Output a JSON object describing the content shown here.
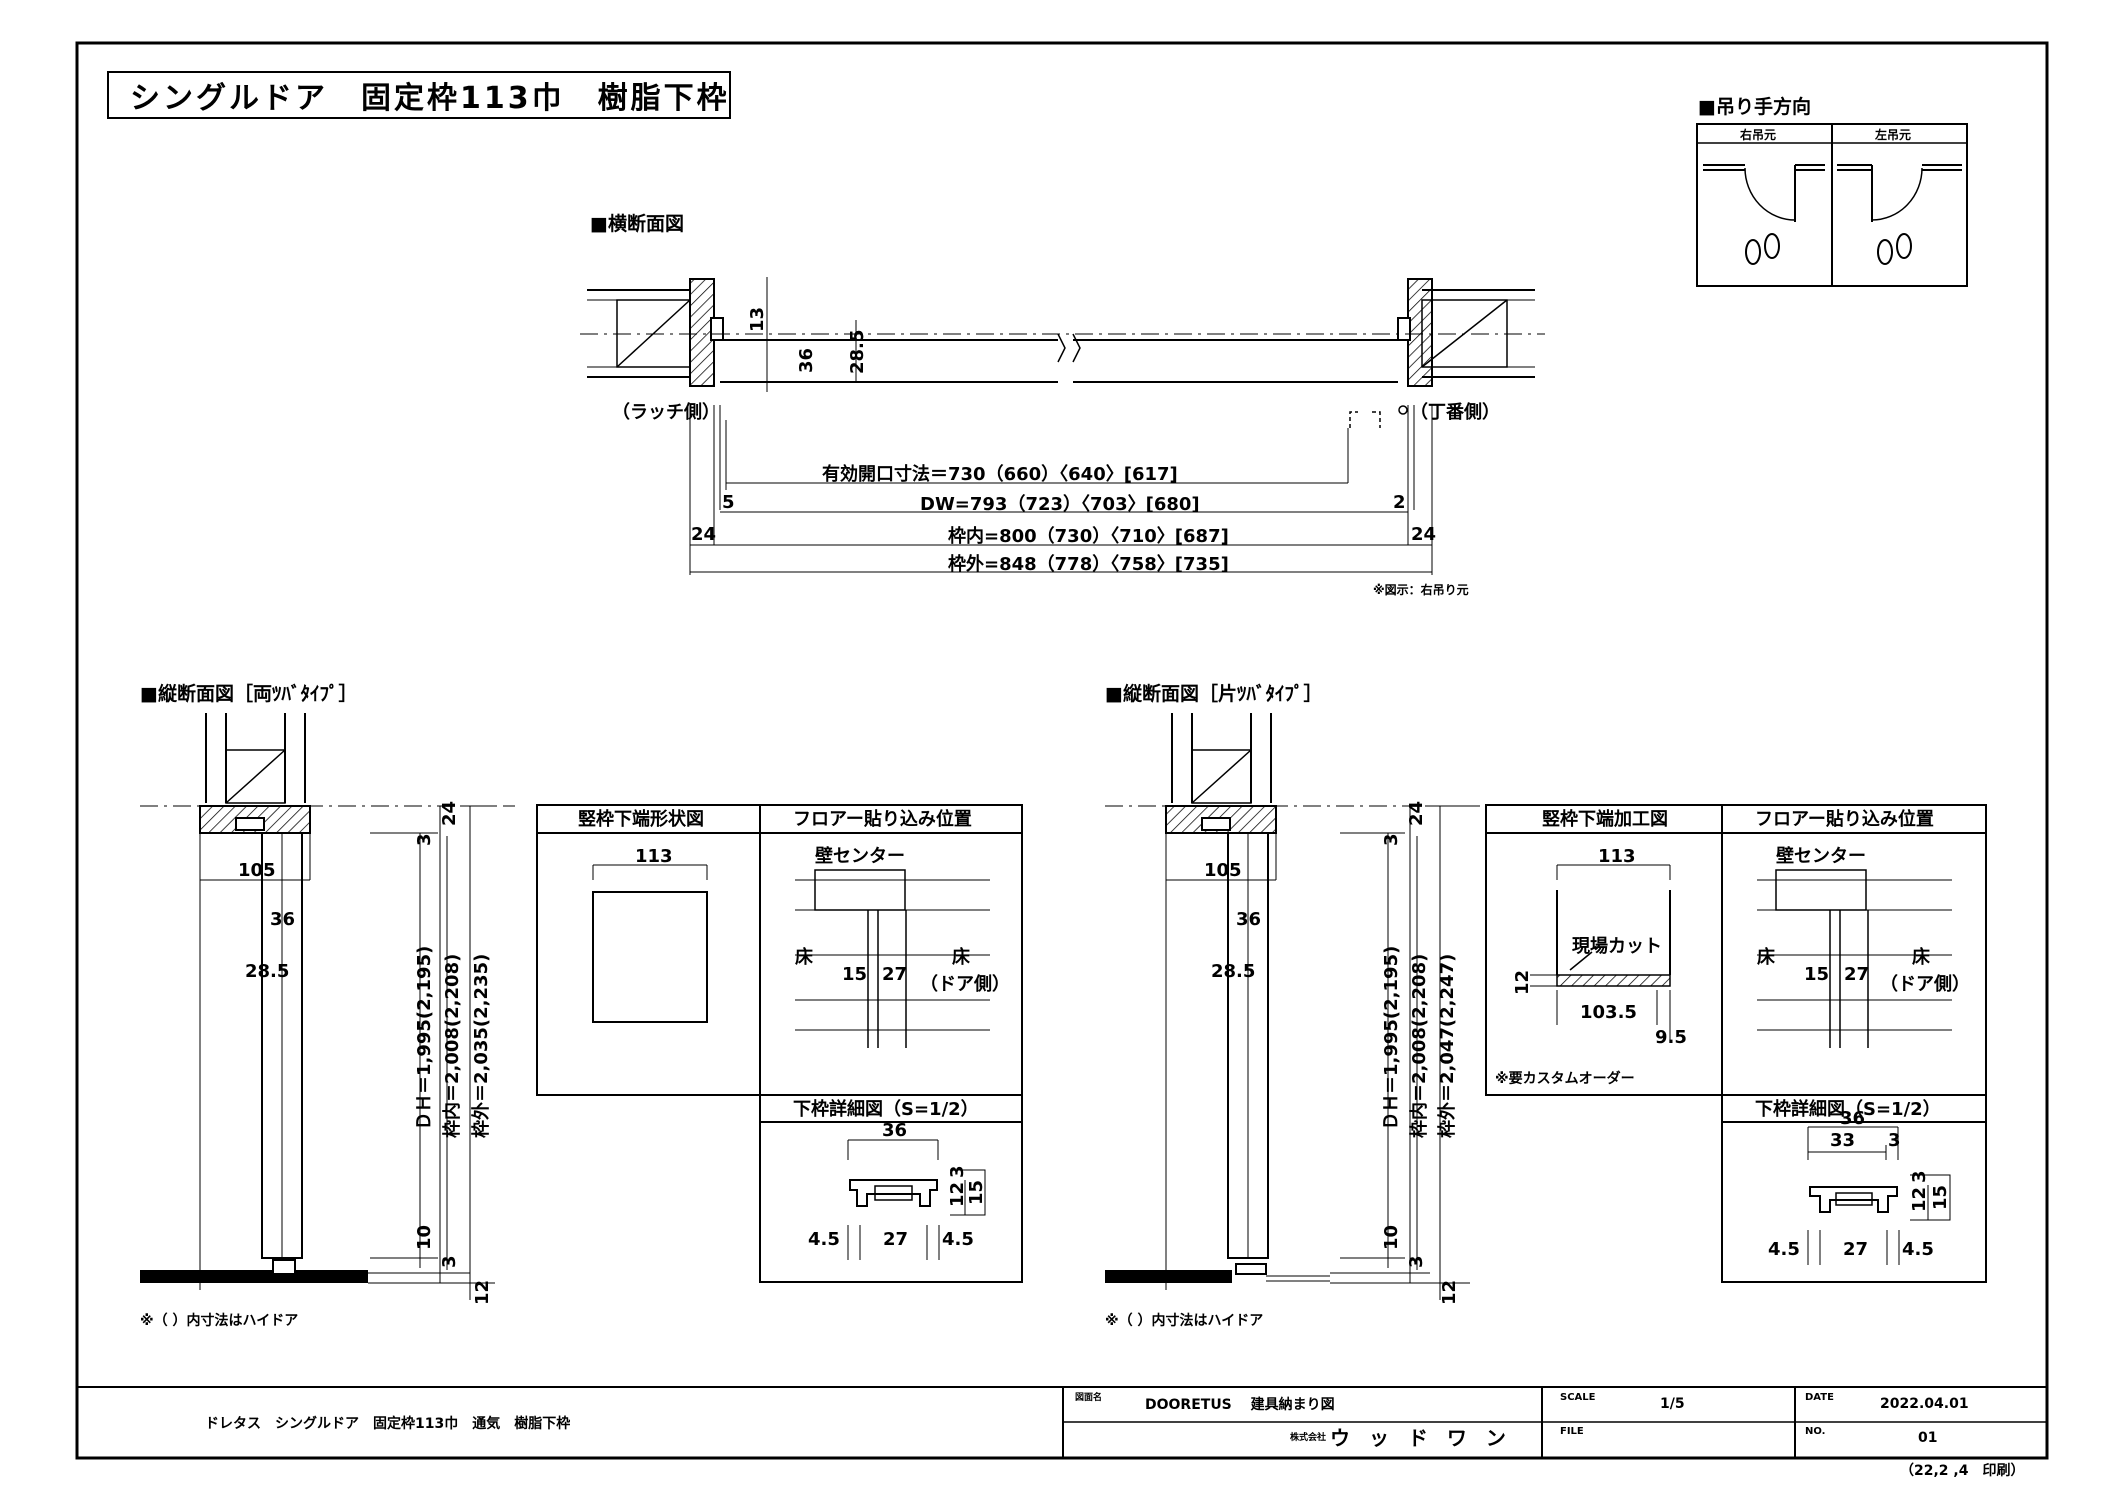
{
  "title": "シングルドア　固定枠113巾　樹脂下枠",
  "hanging": {
    "heading": "■吊り手方向",
    "right_label": "右吊元",
    "left_label": "左吊元"
  },
  "plan": {
    "heading": "■横断面図",
    "latch_label": "（ラッチ側）",
    "hinge_label": "（丁番側）",
    "dims_small": [
      "13",
      "5",
      "36",
      "28.5"
    ],
    "effective_opening": "有効開口寸法＝730（660）〈640〉[617]",
    "dw": "DW=793（723）〈703〉[680]",
    "frame_inner": "枠内=800（730）〈710〉[687]",
    "frame_outer": "枠外=848（778）〈758〉[735]",
    "side_dims": [
      "5",
      "2",
      "24",
      "24"
    ],
    "note": "※図示：右吊り元"
  },
  "left_section": {
    "heading": "■縦断面図［両ﾂﾊﾞﾀｲﾌﾟ］",
    "dims": [
      "105",
      "36",
      "28.5",
      "3",
      "10",
      "3",
      "24",
      "12"
    ],
    "dh": "ＤＨ＝1,995(2,195)",
    "frame_inner": "枠内＝2,008(2,208)",
    "frame_outer": "枠外＝2,035(2,235)",
    "note": "※（ ）内寸法はハイドア"
  },
  "left_detail": {
    "box1_title": "竪枠下端形状図",
    "box1_dim": "113",
    "box2_title": "フロアー貼り込み位置",
    "wall_center": "壁センター",
    "floor": "床",
    "floor_door": "床",
    "door_side": "（ドア側）",
    "dim15": "15",
    "dim27": "27",
    "box3_title": "下枠詳細図（S=1/2）",
    "d36": "36",
    "d3": "3",
    "d12": "12",
    "d15": "15",
    "d45a": "4.5",
    "d27": "27",
    "d45b": "4.5"
  },
  "right_section": {
    "heading": "■縦断面図［片ﾂﾊﾞﾀｲﾌﾟ］",
    "dims": [
      "105",
      "36",
      "28.5",
      "3",
      "10",
      "3",
      "24",
      "12"
    ],
    "dh": "ＤＨ＝1,995(2,195)",
    "frame_inner": "枠内＝2,008(2,208)",
    "frame_outer": "枠外＝2,047(2,247)",
    "note": "※（ ）内寸法はハイドア"
  },
  "right_detail": {
    "box1_title": "竪枠下端加工図",
    "box1_dim": "113",
    "cut_label": "現場カット",
    "d12": "12",
    "d1035": "103.5",
    "d95": "9.5",
    "custom_note": "※要カスタムオーダー",
    "box2_title": "フロアー貼り込み位置",
    "wall_center": "壁センター",
    "floor": "床",
    "floor_door": "床",
    "door_side": "（ドア側）",
    "dim15": "15",
    "dim27": "27",
    "box3_title": "下枠詳細図（S=1/2）",
    "d36": "36",
    "d33": "33",
    "d3top": "3",
    "d3": "3",
    "d15": "15",
    "d45a": "4.5",
    "d27": "27",
    "d45b": "4.5"
  },
  "title_block": {
    "description": "ドレタス　シングルドア　固定枠113巾　通気　樹脂下枠",
    "drawing_name_label": "図面名",
    "drawing_name": "DOORETUS　 建具納まり図",
    "company_label": "株式会社",
    "company": "ウ ッ ド ワ ン",
    "scale_label": "SCALE",
    "scale": "1/5",
    "file_label": "FILE",
    "date_label": "DATE",
    "date": "2022.04.01",
    "no_label": "NO.",
    "no": "01",
    "print_note": "（22,2 ,4　印刷）"
  }
}
